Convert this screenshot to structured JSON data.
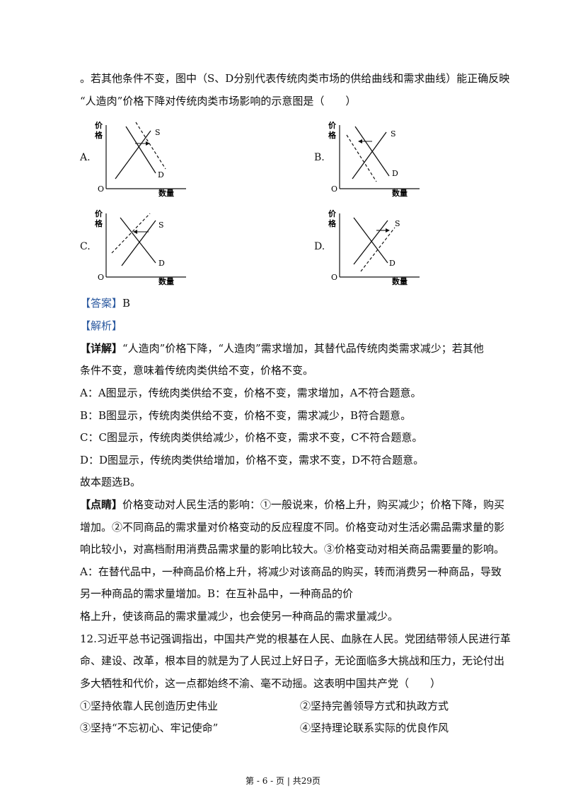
{
  "question_intro": {
    "line1": "。若其他条件不变，图中（S、D分别代表传统肉类市场的供给曲线和需求曲线）能正确反映",
    "line2": "“人造肉”价格下降对传统肉类市场影响的示意图是（　　）"
  },
  "graph_labels": {
    "price_top": "价",
    "price_bottom": "格",
    "quantity": "数量",
    "origin": "O",
    "supply": "S",
    "demand": "D"
  },
  "options": [
    {
      "label": "A."
    },
    {
      "label": "B."
    },
    {
      "label": "C."
    },
    {
      "label": "D."
    }
  ],
  "answer": {
    "tag": "【答案】",
    "value": "B"
  },
  "analysis_tag": "【解析】",
  "detail": {
    "tag": "【详解】",
    "line1": "“人造肉”价格下降，“人造肉”需求增加，其替代品传统肉类需求减少；若其他",
    "line2": "条件不变，意味着传统肉类供给不变，价格不变。",
    "a": "A：A图显示，传统肉类供给不变，价格不变，需求增加，A不符合题意。",
    "b": "B：B图显示，传统肉类供给不变，价格不变，需求减少，B符合题意。",
    "c": "C：C图显示，传统肉类供给减少，价格不变，需求不变，C不符合题意。",
    "d": "D：D图显示，传统肉类供给增加，价格不变，需求不变，D不符合题意。",
    "conclusion": "故本题选B。"
  },
  "tip": {
    "tag": "【点睛】",
    "line1": "价格变动对人民生活的影响：①一般说来，价格上升，购买减少；价格下降，购买",
    "line2": "增加。②不同商品的需求量对价格变动的反应程度不同。价格变动对生活必需品需求量的影",
    "line3": "响比较小，对高档耐用消费品需求量的影响比较大。③价格变动对相关商品需要量的影响。",
    "line4": "A：在替代品中，一种商品价格上升，将减少对该商品的购买，转而消费另一种商品，导致",
    "line5": "另一种商品的需求量增加。B：在互补品中，一种商品的价",
    "line6": "格上升，使该商品的需求量减少，也会使另一种商品的需求量减少。"
  },
  "q12": {
    "line1": "12.习近平总书记强调指出，中国共产党的根基在人民、血脉在人民。党团结带领人民进行革",
    "line2": "命、建设、改革，根本目的就是为了人民过上好日子，无论面临多大挑战和压力，无论付出",
    "line3": "多大牺牲和代价，这一点都始终不渝、毫不动摇。这表明中国共产党（　　）",
    "opt1": "①坚持依靠人民创造历史伟业",
    "opt2": "②坚持完善领导方式和执政方式",
    "opt3": "③坚持“不忘初心、牢记使命”",
    "opt4": "④坚持理论联系实际的优良作风"
  },
  "footer": "第 - 6 - 页 | 共29页"
}
